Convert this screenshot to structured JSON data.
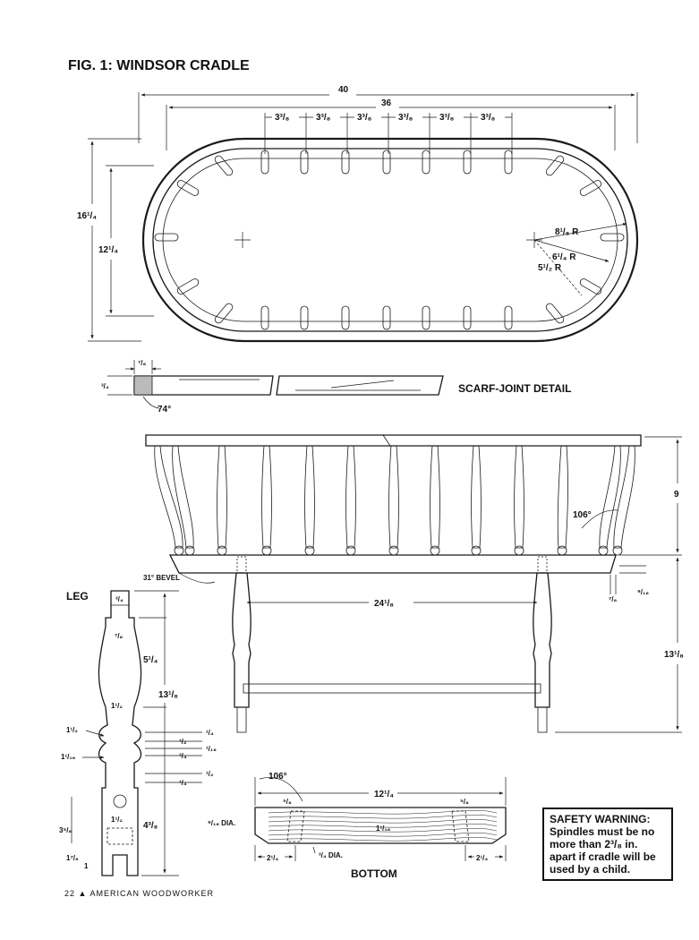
{
  "title": "FIG. 1: WINDSOR CRADLE",
  "top_view": {
    "overall_length": "40",
    "inner_length": "36",
    "spindle_spacing": [
      "3³/₈",
      "3³/₈",
      "3³/₈",
      "3³/₈",
      "3³/₈",
      "3³/₈"
    ],
    "overall_width": "16¹/₄",
    "inner_width": "12¹/₄",
    "radius_outer": "8¹/₈ R",
    "radius_mid": "6¹/₄ R",
    "radius_inner": "5¹/₂ R"
  },
  "scarf": {
    "label": "SCARF-JOINT DETAIL",
    "width": "⁷/₈",
    "thickness": "³/₄",
    "angle": "74°"
  },
  "side_view": {
    "height": "9",
    "spindle_angle": "106°",
    "bevel": "31° BEVEL",
    "leg_spacing": "24¹/₈",
    "overhang": "⁷/₈",
    "bottom_thickness": "⁹/₁₆",
    "total_leg_height": "13¹/₈"
  },
  "leg": {
    "label": "LEG",
    "top_tenon": "³/₄",
    "neck": "⁷/₈",
    "upper_length": "5¹/₄",
    "total_length": "13¹/₈",
    "mid_dia": "1¹/₂",
    "ring_dia_a": "1¹/₂",
    "ring_dia_b": "1¹/₁₆",
    "ring_1": "¹/₄",
    "ring_2": "¹/₂",
    "ring_3": "¹/₁₆",
    "ring_4": "³/₄",
    "ring_5": "¹/₂",
    "ring_6": "¹/₄",
    "bottom_dia": "1¹/₂",
    "lower_length": "4³/₈",
    "stretcher_height": "3⁵/₈",
    "foot_height": "1⁷/₈",
    "foot_small": "1"
  },
  "bottom": {
    "label": "BOTTOM",
    "angle": "106°",
    "length": "12¹/₄",
    "hole_inset_left": "⁵/₈",
    "hole_inset_right": "⁵/₈",
    "hole_dia": "⁹/₁₆ DIA.",
    "thickness": "1¹/₁₆",
    "tenon_dia": "³/₄ DIA.",
    "edge_left": "2¹/₄",
    "edge_right": "2¹/₄"
  },
  "warning": {
    "heading": "SAFETY WARNING:",
    "body": "Spindles must be no more than 2³/₈ in. apart if cradle will be used by a child."
  },
  "footer": {
    "page": "22",
    "publication": "AMERICAN WOODWORKER"
  }
}
